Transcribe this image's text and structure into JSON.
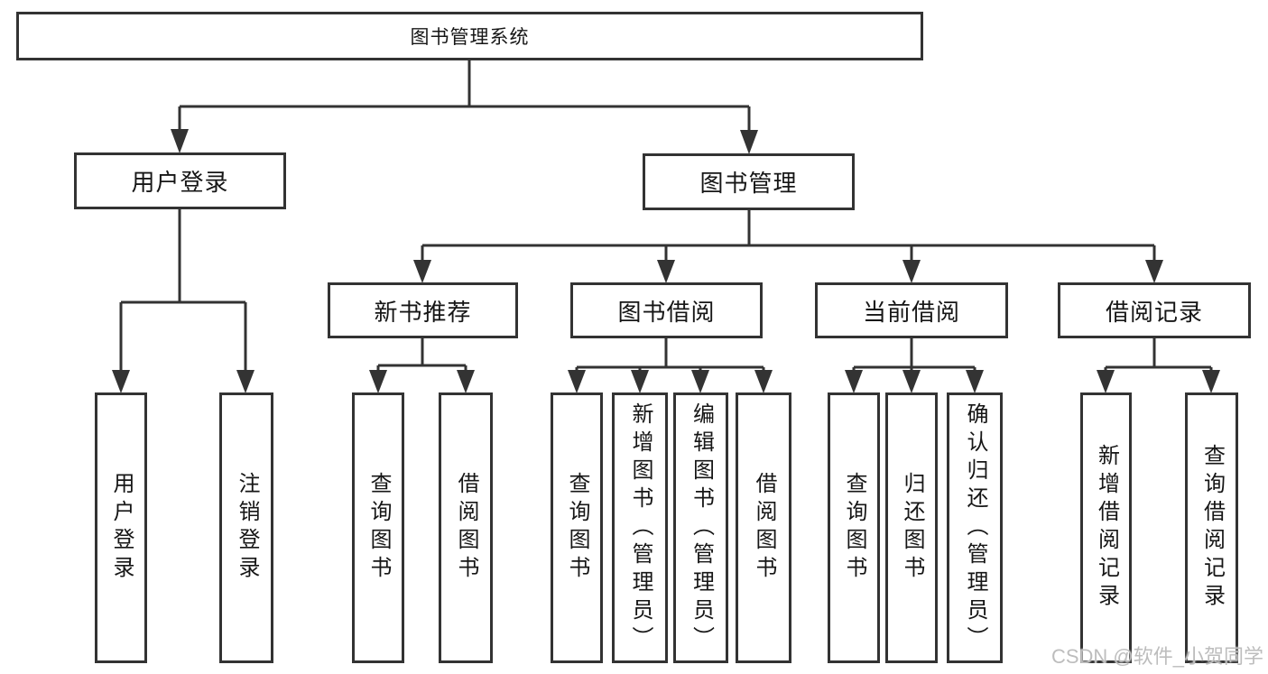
{
  "diagram_type": "hierarchy-tree",
  "tree": {
    "label": "图书管理系统",
    "children": [
      {
        "label": "用户登录",
        "children": [
          {
            "label": "用户登录"
          },
          {
            "label": "注销登录"
          }
        ]
      },
      {
        "label": "图书管理",
        "children": [
          {
            "label": "新书推荐",
            "children": [
              {
                "label": "查询图书"
              },
              {
                "label": "借阅图书"
              }
            ]
          },
          {
            "label": "图书借阅",
            "children": [
              {
                "label": "查询图书"
              },
              {
                "label": "新增图书（管理员）"
              },
              {
                "label": "编辑图书（管理员）"
              },
              {
                "label": "借阅图书"
              }
            ]
          },
          {
            "label": "当前借阅",
            "children": [
              {
                "label": "查询图书"
              },
              {
                "label": "归还图书"
              },
              {
                "label": "确认归还（管理员）"
              }
            ]
          },
          {
            "label": "借阅记录",
            "children": [
              {
                "label": "新增借阅记录"
              },
              {
                "label": "查询借阅记录"
              }
            ]
          }
        ]
      }
    ]
  },
  "watermark": {
    "text": "CSDN @软件_小贺同学"
  },
  "colors": {
    "line": "#333333",
    "box_border": "#333333",
    "text": "#161616",
    "background": "#ffffff",
    "watermark": "#bdbdbd"
  }
}
